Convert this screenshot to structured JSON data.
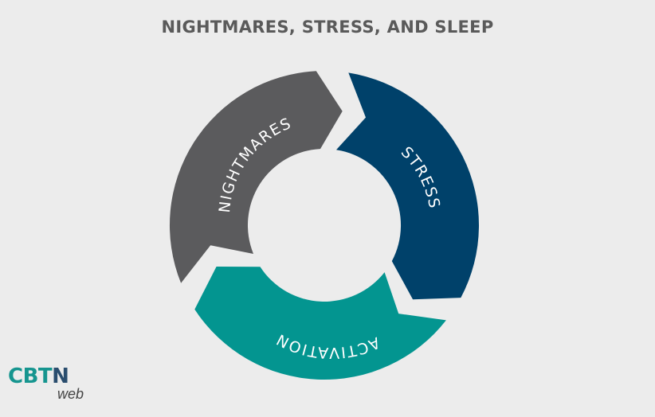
{
  "title": "NIGHTMARES, STRESS, AND SLEEP",
  "segments": [
    {
      "label": "NIGHTMARES",
      "color": "#5b5b5d"
    },
    {
      "label": "STRESS",
      "color": "#00416a"
    },
    {
      "label": "ACTIVATION",
      "color": "#039590"
    }
  ],
  "logo": {
    "brand_part1": "CBT",
    "brand_part2": "N",
    "sub": "web",
    "color_part1": "#16958f",
    "color_part2": "#2a4d6e"
  }
}
